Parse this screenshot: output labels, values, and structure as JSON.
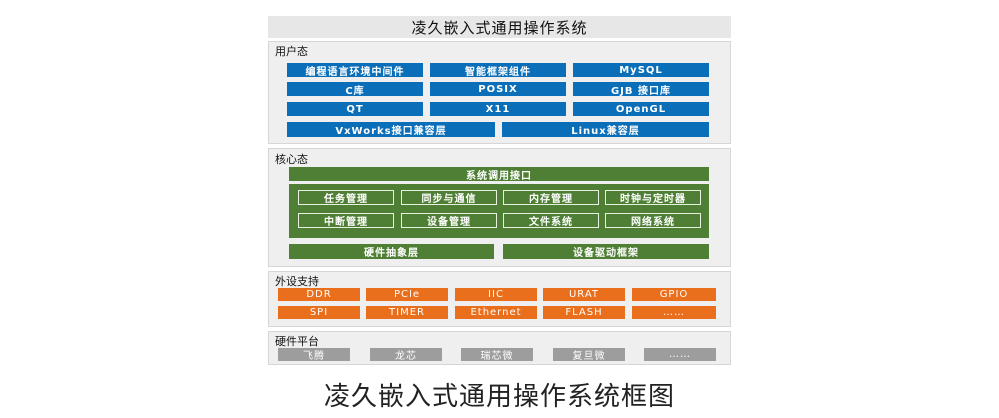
{
  "title": "凌久嵌入式通用操作系统",
  "caption": "凌久嵌入式通用操作系统框图",
  "colors": {
    "user": "#0b6eb8",
    "kernel": "#4e7f34",
    "peripheral": "#ea6f1c",
    "hardware": "#9d9d9d"
  },
  "user_space": {
    "label": "用户态",
    "rows": [
      [
        "编程语言环境中间件",
        "智能框架组件",
        "MySQL"
      ],
      [
        "C库",
        "POSIX",
        "GJB 接口库"
      ],
      [
        "QT",
        "X11",
        "OpenGL"
      ],
      [
        "VxWorks接口兼容层",
        "Linux兼容层"
      ]
    ]
  },
  "kernel": {
    "label": "核心态",
    "syscall": "系统调用接口",
    "modules": [
      [
        "任务管理",
        "同步与通信",
        "内存管理",
        "时钟与定时器"
      ],
      [
        "中断管理",
        "设备管理",
        "文件系统",
        "网络系统"
      ]
    ],
    "bottom": [
      "硬件抽象层",
      "设备驱动框架"
    ]
  },
  "peripheral": {
    "label": "外设支持",
    "rows": [
      [
        "DDR",
        "PCIe",
        "IIC",
        "URAT",
        "GPIO"
      ],
      [
        "SPI",
        "TIMER",
        "Ethernet",
        "FLASH",
        "……"
      ]
    ]
  },
  "hardware": {
    "label": "硬件平台",
    "items": [
      "飞腾",
      "龙芯",
      "瑞芯微",
      "复旦微",
      "……"
    ]
  }
}
